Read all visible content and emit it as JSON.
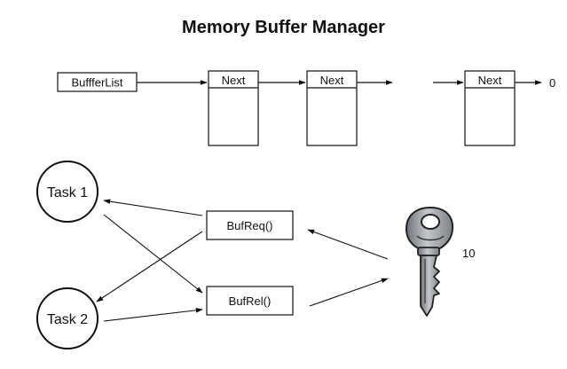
{
  "title": "Memory Buffer Manager",
  "buffer_list": {
    "head_label": "BuffferList",
    "node_label": "Next",
    "terminator": "0"
  },
  "tasks": {
    "task1": "Task 1",
    "task2": "Task 2"
  },
  "functions": {
    "request": "BufReq()",
    "release": "BufRel()"
  },
  "key": {
    "count": "10",
    "icon": "key-icon"
  }
}
